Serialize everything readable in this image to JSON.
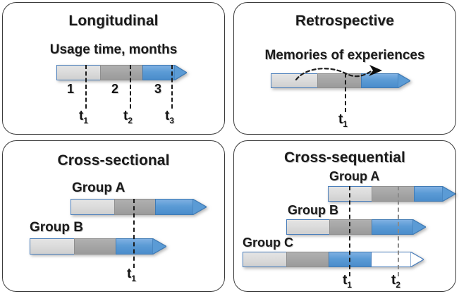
{
  "figure": {
    "panels": [
      {
        "id": "longitudinal",
        "title": "Longitudinal",
        "caption": "Usage time, months",
        "segment_labels": [
          "1",
          "2",
          "3"
        ],
        "time_markers": [
          "t1",
          "t2",
          "t3"
        ],
        "time_labels": [
          "t",
          "t",
          "t"
        ],
        "time_subs": [
          "1",
          "2",
          "3"
        ],
        "bars": [
          {
            "name": "timeline",
            "segments": [
              "light",
              "gray",
              "blue"
            ],
            "tip": "blue"
          }
        ]
      },
      {
        "id": "retrospective",
        "title": "Retrospective",
        "caption": "Memories of experiences",
        "time_markers": [
          "t1"
        ],
        "time_labels": [
          "t"
        ],
        "time_subs": [
          "1"
        ],
        "bars": [
          {
            "name": "timeline",
            "segments": [
              "light",
              "gray",
              "blue"
            ],
            "tip": "blue"
          }
        ],
        "annotation_icon": "curved-memory-arrow"
      },
      {
        "id": "cross-sectional",
        "title": "Cross-sectional",
        "group_labels": [
          "Group A",
          "Group B"
        ],
        "time_markers": [
          "t1"
        ],
        "time_labels": [
          "t"
        ],
        "time_subs": [
          "1"
        ],
        "bars": [
          {
            "name": "group-a",
            "segments": [
              "light",
              "gray",
              "blue"
            ],
            "tip": "blue"
          },
          {
            "name": "group-b",
            "segments": [
              "light",
              "gray",
              "blue"
            ],
            "tip": "blue"
          }
        ]
      },
      {
        "id": "cross-sequential",
        "title": "Cross-sequential",
        "group_labels": [
          "Group A",
          "Group B",
          "Group C"
        ],
        "time_markers": [
          "t1",
          "t2"
        ],
        "time_labels": [
          "t",
          "t"
        ],
        "time_subs": [
          "1",
          "2"
        ],
        "bars": [
          {
            "name": "group-a",
            "segments": [
              "light",
              "gray",
              "blue"
            ],
            "tip": "blue"
          },
          {
            "name": "group-b",
            "segments": [
              "light",
              "gray",
              "blue"
            ],
            "tip": "blue"
          },
          {
            "name": "group-c",
            "segments": [
              "light",
              "gray",
              "blue",
              "white"
            ],
            "tip": "white"
          }
        ]
      }
    ],
    "colors": {
      "light_segment": "#D9D9D9",
      "gray_segment": "#A6A6A6",
      "blue_segment": "#5B9BD5",
      "segment_border": "#4A7EBB",
      "panel_border": "#3B3B3B",
      "marker_primary": "#1B1B1B",
      "marker_secondary": "#8A8A8A",
      "background": "#FFFFFF"
    }
  }
}
